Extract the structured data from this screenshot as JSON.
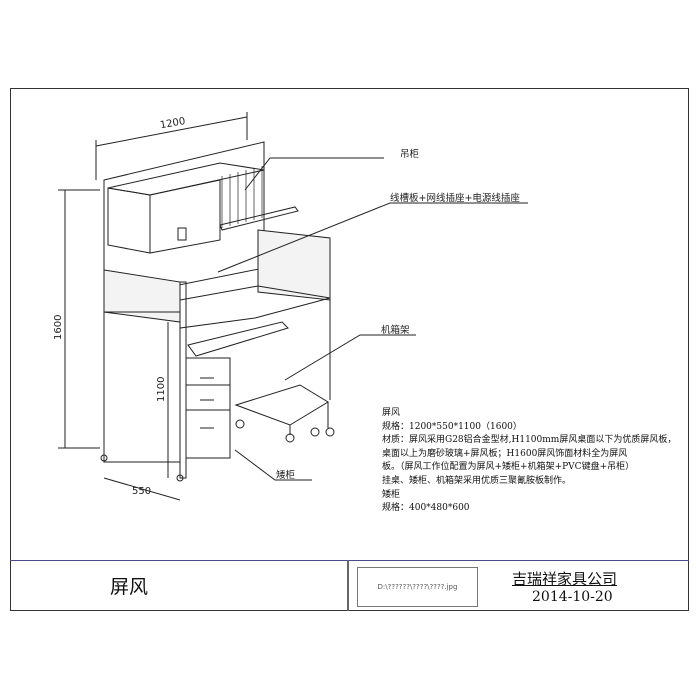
{
  "drawing": {
    "dimensions": {
      "width": "1200",
      "height_total": "1600",
      "height_desk": "1100",
      "depth": "550"
    },
    "callouts": {
      "hanging_cabinet": "吊柜",
      "cable_tray": "线槽板+网线插座+电源线插座",
      "cpu_stand": "机箱架",
      "low_cabinet": "矮柜"
    }
  },
  "spec": {
    "lines": [
      "屏风",
      "规格：1200*550*1100（1600）",
      "材质：屏风采用G28铝合金型材,H1100mm屏风桌面以下为优质屏风板，",
      "桌面以上为磨砂玻璃+屏风板；H1600屏风饰面材料全为屏风",
      "板。（屏风工作位配置为屏风+矮柜+机箱架+PVC键盘+吊柜）",
      "挂桌、矮柜、机箱架采用优质三聚氰胺板制作。",
      "矮柜",
      "规格：400*480*600"
    ]
  },
  "title_block": {
    "title": "屏风",
    "file_path": "D:\\??????\\????\\????.jpg",
    "company": "吉瑞祥家具公司",
    "date": "2014-10-20"
  }
}
